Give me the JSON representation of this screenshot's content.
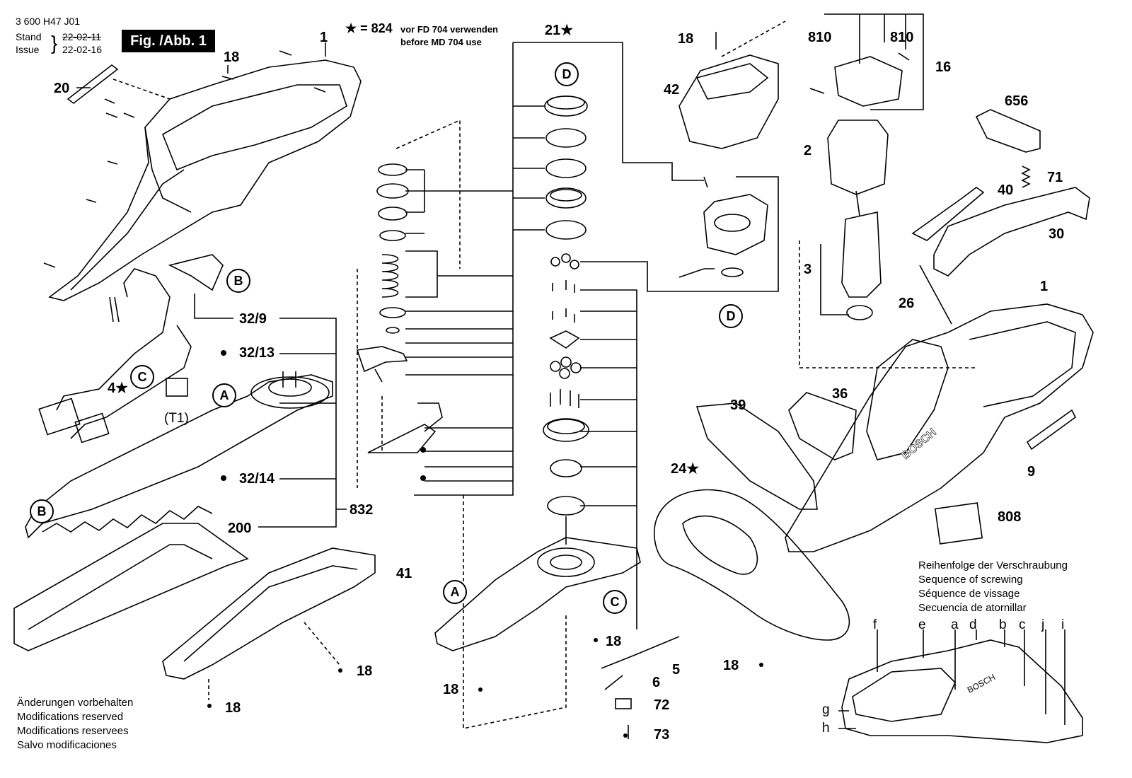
{
  "header": {
    "doc_number": "3 600 H47 J01",
    "stand_label": "Stand",
    "stand_date": "22-02-11",
    "issue_label": "Issue",
    "issue_date": "22-02-16",
    "figure_label": "Fig. /Abb. 1"
  },
  "star_note": {
    "value": "★ = 824",
    "line1": "vor FD 704 verwenden",
    "line2": "before MD 704 use"
  },
  "part_labels": [
    "1",
    "18",
    "20",
    "21★",
    "18",
    "42",
    "810",
    "810",
    "16",
    "656",
    "2",
    "71",
    "40",
    "30",
    "3",
    "26",
    "1",
    "B",
    "32/9",
    "32/13",
    "4★",
    "C",
    "(T1)",
    "A",
    "32/14",
    "B",
    "832",
    "200",
    "41",
    "D",
    "D",
    "39",
    "36",
    "24★",
    "9",
    "808",
    "A",
    "C",
    "18",
    "18",
    "18",
    "6",
    "5",
    "72",
    "73",
    "18",
    "18"
  ],
  "circle_labels": [
    "D",
    "B",
    "C",
    "A",
    "B",
    "D",
    "A",
    "C"
  ],
  "footer": {
    "lines": [
      "Änderungen vorbehalten",
      "Modifications reserved",
      "Modifications reservees",
      "Salvo modificaciones"
    ]
  },
  "screw_sequence": {
    "lines": [
      "Reihenfolge der Verschraubung",
      "Sequence of screwing",
      "Séquence de vissage",
      "Secuencia de atornillar"
    ],
    "letters": [
      "f",
      "e",
      "a",
      "d",
      "b",
      "c",
      "j",
      "i",
      "g",
      "h"
    ]
  },
  "brand_text": "BOSCH"
}
